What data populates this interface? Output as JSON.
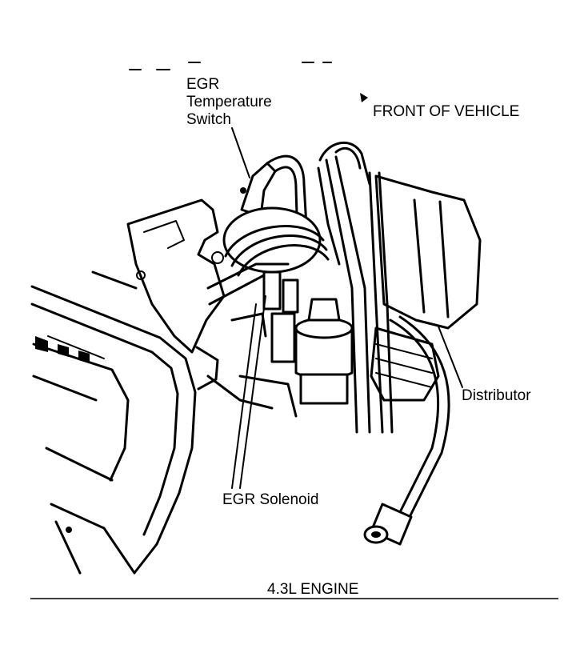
{
  "labels": {
    "egr_temperature_switch": [
      "EGR",
      "Temperature",
      "Switch"
    ],
    "front_of_vehicle": "FRONT OF VEHICLE",
    "distributor": "Distributor",
    "egr_solenoid": "EGR Solenoid",
    "engine": "4.3L ENGINE"
  }
}
